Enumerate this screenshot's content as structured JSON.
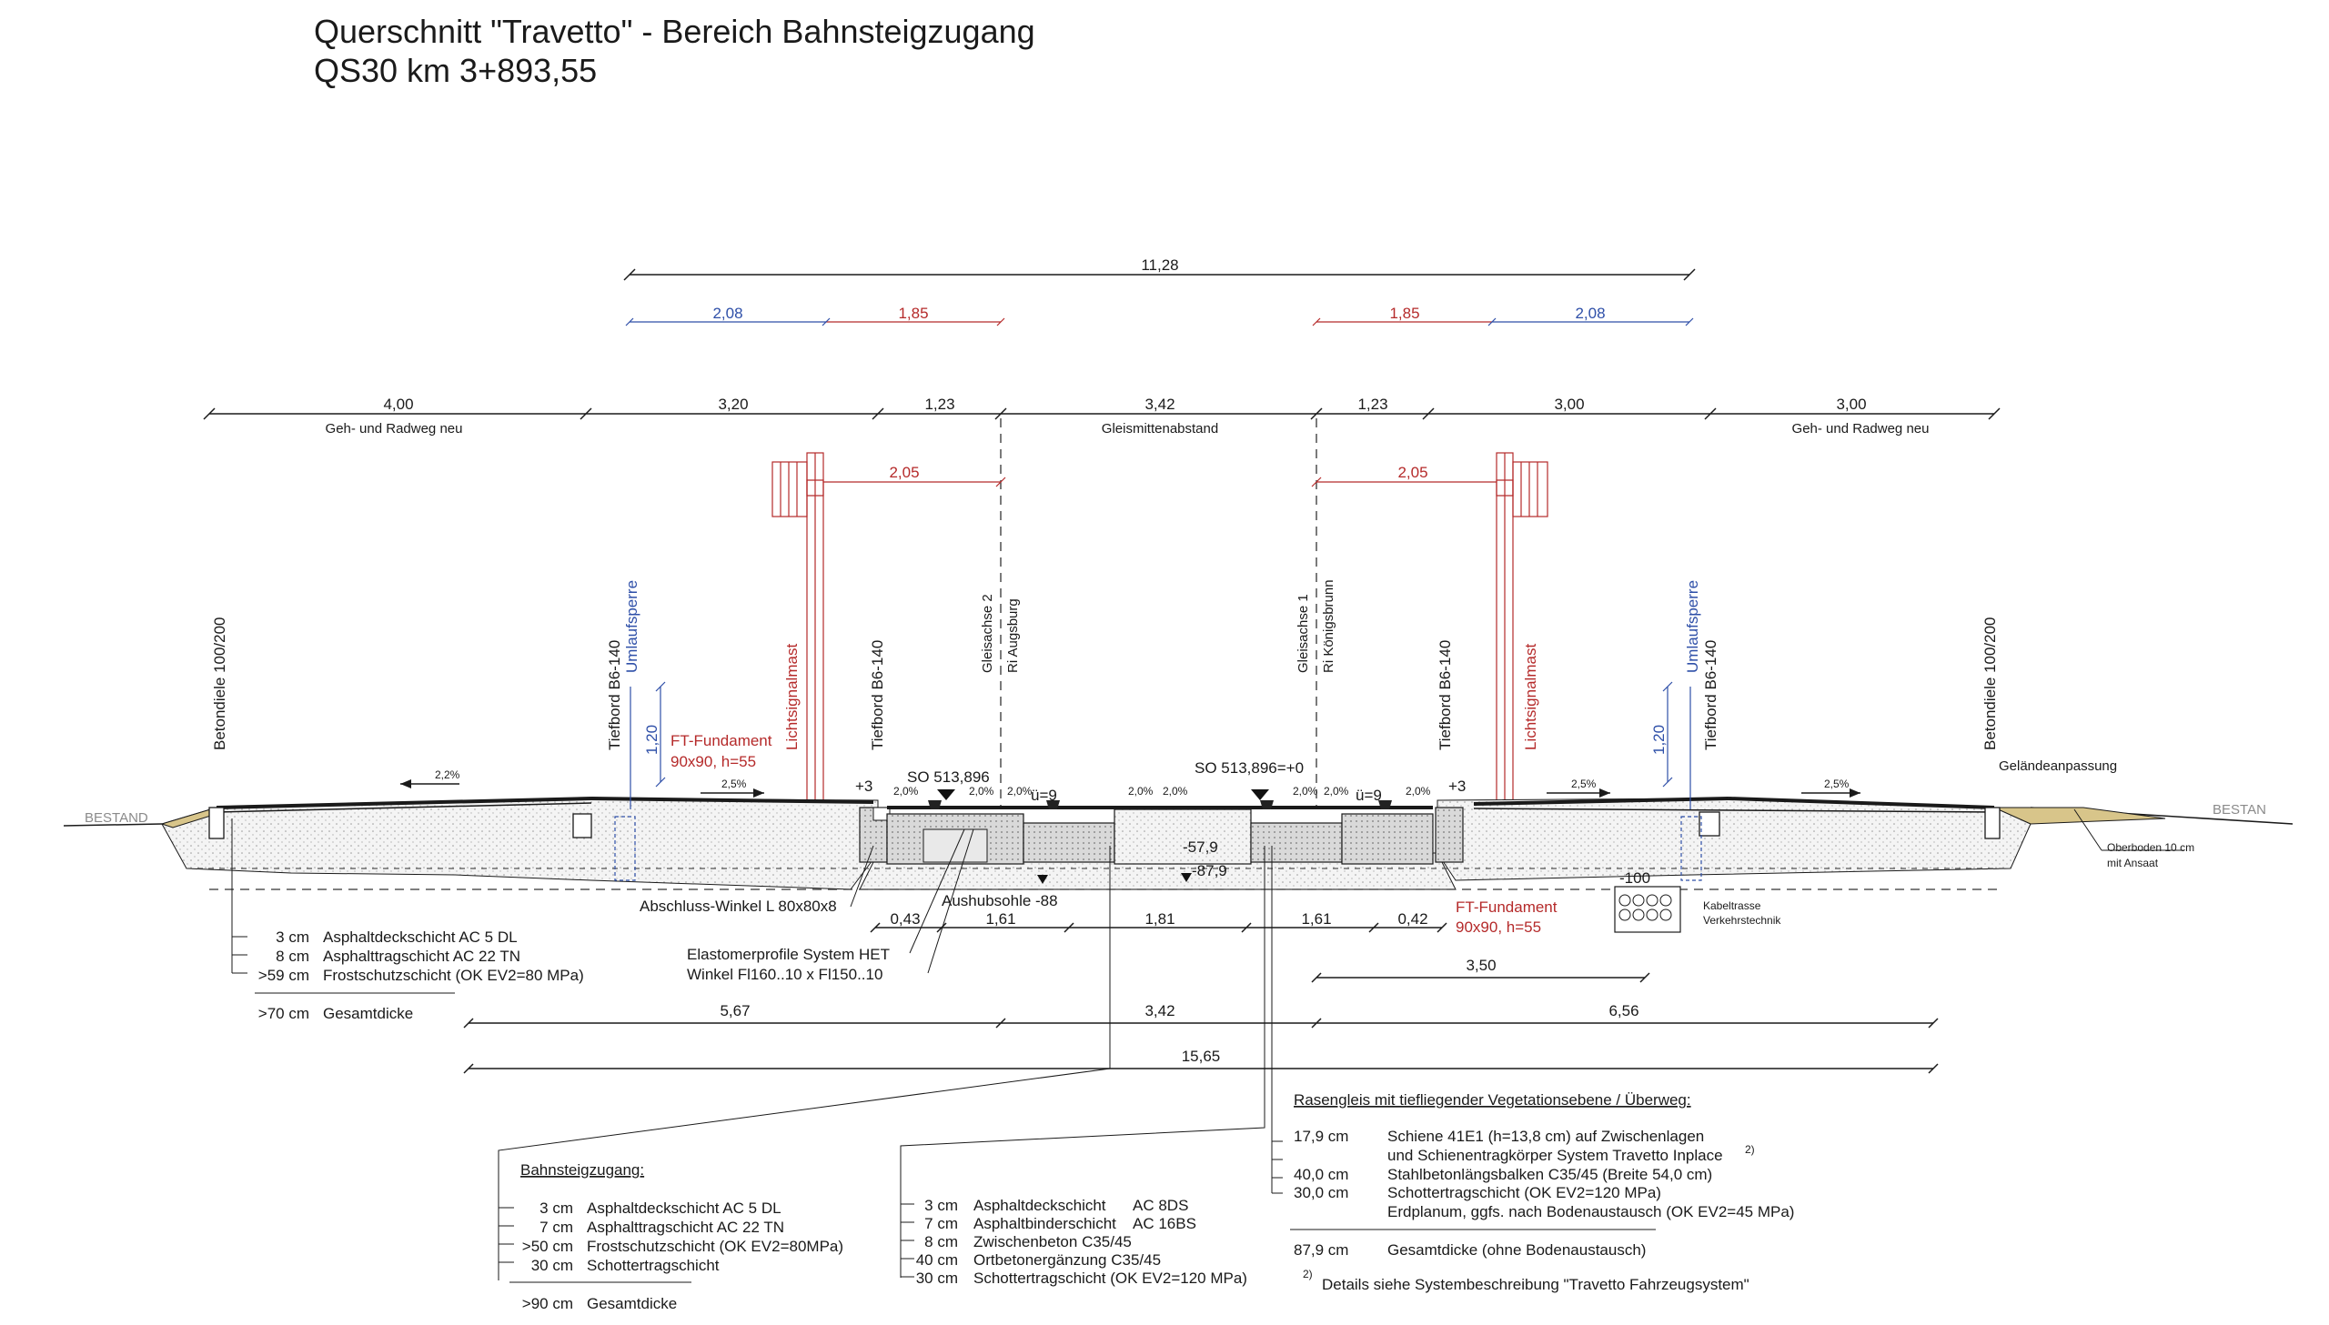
{
  "title": {
    "line1": "Querschnitt \"Travetto\" - Bereich Bahnsteigzugang",
    "line2": "QS30 km 3+893,55"
  },
  "dims": {
    "top_total": "11,28",
    "blue_left": "2,08",
    "red_left": "1,85",
    "red_right": "1,85",
    "blue_right": "2,08",
    "row": [
      "4,00",
      "3,20",
      "1,23",
      "3,42",
      "1,23",
      "3,00",
      "3,00"
    ],
    "geh_left": "Geh- und Radweg neu",
    "gleismitte": "Gleismittenabstand",
    "geh_right": "Geh- und Radweg neu",
    "mast_left": "2,05",
    "mast_right": "2,05",
    "bottom": [
      "0,43",
      "1,61",
      "1,81",
      "1,61",
      "0,42"
    ],
    "kabel_width": "3,50",
    "lower": [
      "5,67",
      "3,42",
      "6,56"
    ],
    "overall": "15,65",
    "umlauf_h_left": "1,20",
    "umlauf_h_right": "1,20"
  },
  "vlabels": {
    "betondiele_left": "Betondiele 100/200",
    "tiefbord1": "Tiefbord B6-140",
    "umlauf_left": "Umlaufsperre",
    "licht_left": "Lichtsignalmast",
    "tiefbord2": "Tiefbord B6-140",
    "gleis2a": "Gleisachse 2",
    "gleis2b": "Ri Augsburg",
    "gleis1a": "Gleisachse 1",
    "gleis1b": "Ri Königsbrunn",
    "tiefbord3": "Tiefbord B6-140",
    "licht_right": "Lichtsignalmast",
    "umlauf_right": "Umlaufsperre",
    "tiefbord4": "Tiefbord B6-140",
    "betondiele_right": "Betondiele 100/200"
  },
  "labels": {
    "ft_left_1": "FT-Fundament",
    "ft_left_2": "90x90, h=55",
    "ft_right_1": "FT-Fundament",
    "ft_right_2": "90x90, h=55",
    "so_left": "SO 513,896",
    "so_right": "SO 513,896=+0",
    "ue_left": "ü=9",
    "ue_right": "ü=9",
    "plus3_left": "+3",
    "plus3_right": "+3",
    "slope_22": "2,2%",
    "slope_25a": "2,5%",
    "slope_25b": "2,5%",
    "slope_25c": "2,5%",
    "pct20": "2,0%",
    "bestand_left": "BESTAND",
    "bestand_right": "BESTAN",
    "gelaende": "Geländeanpassung",
    "oberboden_1": "Oberboden 10 cm",
    "oberboden_2": "mit Ansaat",
    "lvl_579": "-57,9",
    "lvl_879": "-87,9",
    "aushub": "Aushubsohle -88",
    "abschluss": "Abschluss-Winkel L 80x80x8",
    "elasto_1": "Elastomerprofile System  HET",
    "elasto_2": "Winkel Fl160..10 x Fl150..10",
    "kabel_lvl": "-100",
    "kabel_1": "Kabeltrasse",
    "kabel_2": "Verkehrstechnik"
  },
  "legend_left": {
    "rows": [
      {
        "d": "3 cm",
        "t": "Asphaltdeckschicht AC 5 DL"
      },
      {
        "d": "8 cm",
        "t": "Asphalttragschicht AC 22 TN"
      },
      {
        "d": ">59 cm",
        "t": "Frostschutzschicht (OK EV2=80 MPa)"
      }
    ],
    "total_d": ">70 cm",
    "total_t": "Gesamtdicke"
  },
  "legend_bahnsteig": {
    "heading": "Bahnsteigzugang:",
    "rows": [
      {
        "d": "3 cm",
        "t": "Asphaltdeckschicht AC 5 DL"
      },
      {
        "d": "7 cm",
        "t": "Asphalttragschicht AC 22 TN"
      },
      {
        "d": ">50 cm",
        "t": "Frostschutzschicht (OK EV2=80MPa)"
      },
      {
        "d": "30 cm",
        "t": "Schottertragschicht"
      }
    ],
    "total_d": ">90 cm",
    "total_t": "Gesamtdicke"
  },
  "legend_middle": {
    "rows": [
      {
        "d": "3 cm",
        "t": "Asphaltdeckschicht",
        "s": "AC 8DS"
      },
      {
        "d": "7 cm",
        "t": "Asphaltbinderschicht",
        "s": "AC 16BS"
      },
      {
        "d": "8 cm",
        "t": "Zwischenbeton C35/45",
        "s": ""
      },
      {
        "d": "40 cm",
        "t": "Ortbetonergänzung C35/45",
        "s": ""
      },
      {
        "d": "30 cm",
        "t": "Schottertragschicht  (OK EV2=120 MPa)",
        "s": ""
      }
    ]
  },
  "legend_right": {
    "heading": "Rasengleis mit tiefliegender Vegetationsebene / Überweg:",
    "r1_d": "17,9 cm",
    "r1_t": "Schiene 41E1 (h=13,8 cm) auf Zwischenlagen",
    "r1_t2": "und Schienentragkörper System Travetto Inplace",
    "r1_sup": "2)",
    "r2_d": "40,0 cm",
    "r2_t": "Stahlbetonlängsbalken  C35/45 (Breite 54,0 cm)",
    "r3_d": "30,0 cm",
    "r3_t": "Schottertragschicht  (OK EV2=120 MPa)",
    "r4_t": "Erdplanum, ggfs. nach Bodenaustausch (OK EV2=45 MPa)",
    "total_d": "87,9 cm",
    "total_t": "Gesamtdicke (ohne Bodenaustausch)",
    "footnote_sup": "2)",
    "footnote": "Details siehe Systembeschreibung \"Travetto Fahrzeugsystem\""
  }
}
